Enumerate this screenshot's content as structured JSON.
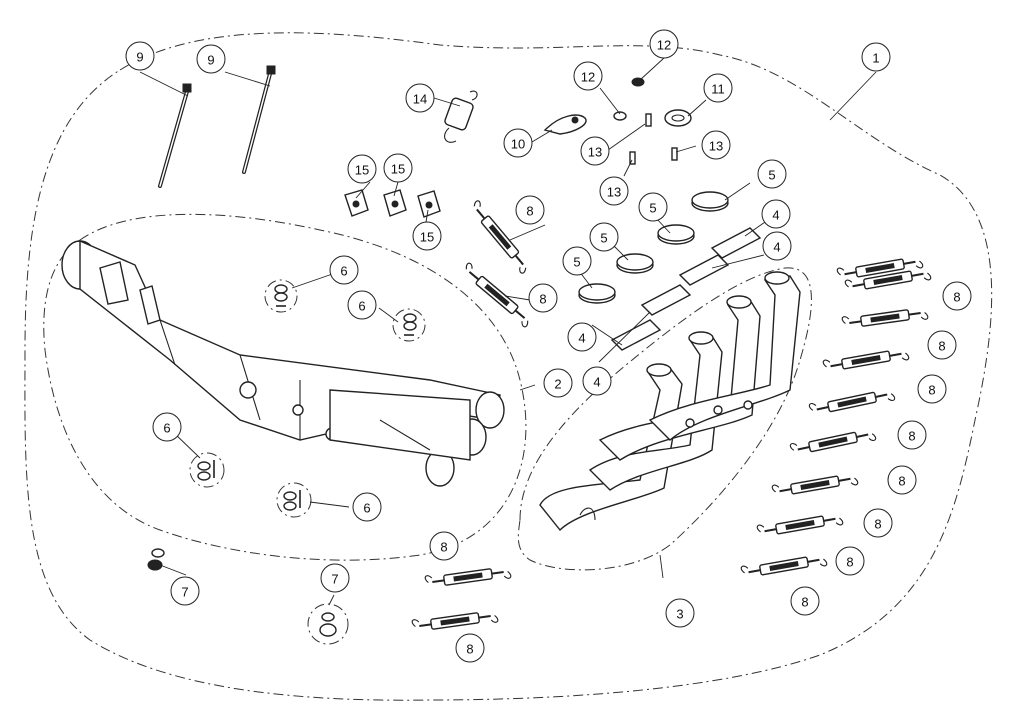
{
  "callouts": {
    "c1": "1",
    "c2": "2",
    "c3": "3",
    "c4a": "4",
    "c4b": "4",
    "c4c": "4",
    "c4d": "4",
    "c5a": "5",
    "c5b": "5",
    "c5c": "5",
    "c5d": "5",
    "c6a": "6",
    "c6b": "6",
    "c6c": "6",
    "c6d": "6",
    "c7a": "7",
    "c7b": "7",
    "c8a": "8",
    "c8b": "8",
    "c8c": "8",
    "c8d": "8",
    "c8e": "8",
    "c8f": "8",
    "c8g": "8",
    "c8h": "8",
    "c8i": "8",
    "c8j": "8",
    "c8k": "8",
    "c8l": "8",
    "c9a": "9",
    "c9b": "9",
    "c10": "10",
    "c11": "11",
    "c12a": "12",
    "c12b": "12",
    "c13a": "13",
    "c13b": "13",
    "c13c": "13",
    "c14": "14",
    "c15a": "15",
    "c15b": "15",
    "c15c": "15"
  }
}
